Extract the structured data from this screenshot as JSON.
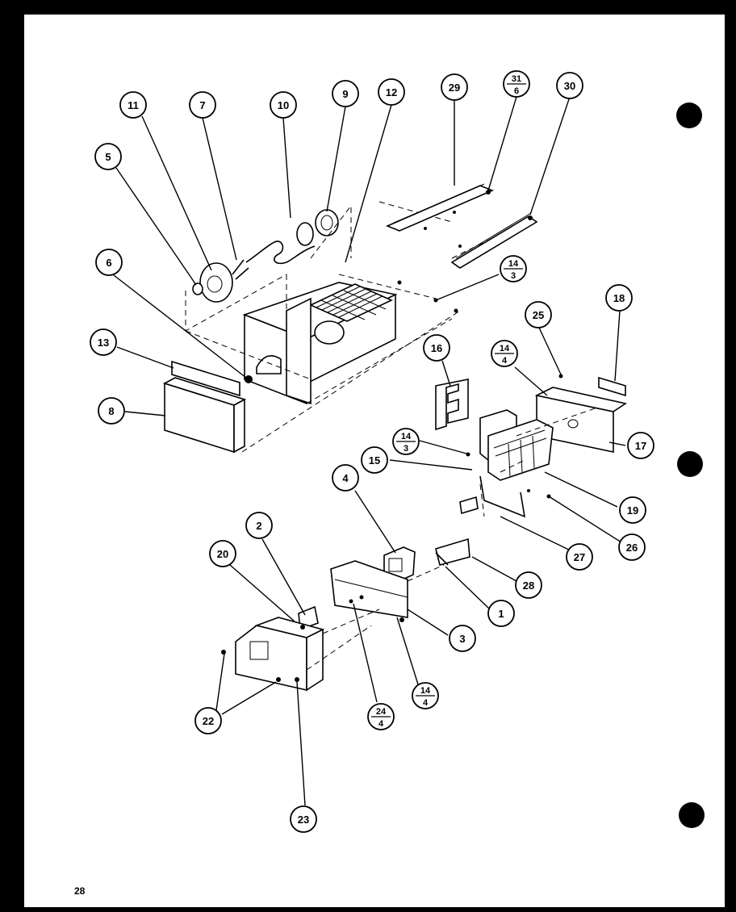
{
  "page_number": "28",
  "callouts": [
    {
      "id": "c11",
      "label": "11"
    },
    {
      "id": "c7",
      "label": "7"
    },
    {
      "id": "c10",
      "label": "10"
    },
    {
      "id": "c9",
      "label": "9"
    },
    {
      "id": "c12",
      "label": "12"
    },
    {
      "id": "c29",
      "label": "29"
    },
    {
      "id": "c31-6",
      "top": "31",
      "bottom": "6"
    },
    {
      "id": "c30",
      "label": "30"
    },
    {
      "id": "c5",
      "label": "5"
    },
    {
      "id": "c6",
      "label": "6"
    },
    {
      "id": "c14-3a",
      "top": "14",
      "bottom": "3"
    },
    {
      "id": "c13",
      "label": "13"
    },
    {
      "id": "c8",
      "label": "8"
    },
    {
      "id": "c25",
      "label": "25"
    },
    {
      "id": "c18",
      "label": "18"
    },
    {
      "id": "c16",
      "label": "16"
    },
    {
      "id": "c14-4a",
      "top": "14",
      "bottom": "4"
    },
    {
      "id": "c17",
      "label": "17"
    },
    {
      "id": "c14-3b",
      "top": "14",
      "bottom": "3"
    },
    {
      "id": "c15",
      "label": "15"
    },
    {
      "id": "c19",
      "label": "19"
    },
    {
      "id": "c4",
      "label": "4"
    },
    {
      "id": "c26",
      "label": "26"
    },
    {
      "id": "c27",
      "label": "27"
    },
    {
      "id": "c2",
      "label": "2"
    },
    {
      "id": "c20",
      "label": "20"
    },
    {
      "id": "c28",
      "label": "28"
    },
    {
      "id": "c1",
      "label": "1"
    },
    {
      "id": "c3",
      "label": "3"
    },
    {
      "id": "c14-4b",
      "top": "14",
      "bottom": "4"
    },
    {
      "id": "c24-4",
      "top": "24",
      "bottom": "4"
    },
    {
      "id": "c22",
      "label": "22"
    },
    {
      "id": "c23",
      "label": "23"
    }
  ]
}
